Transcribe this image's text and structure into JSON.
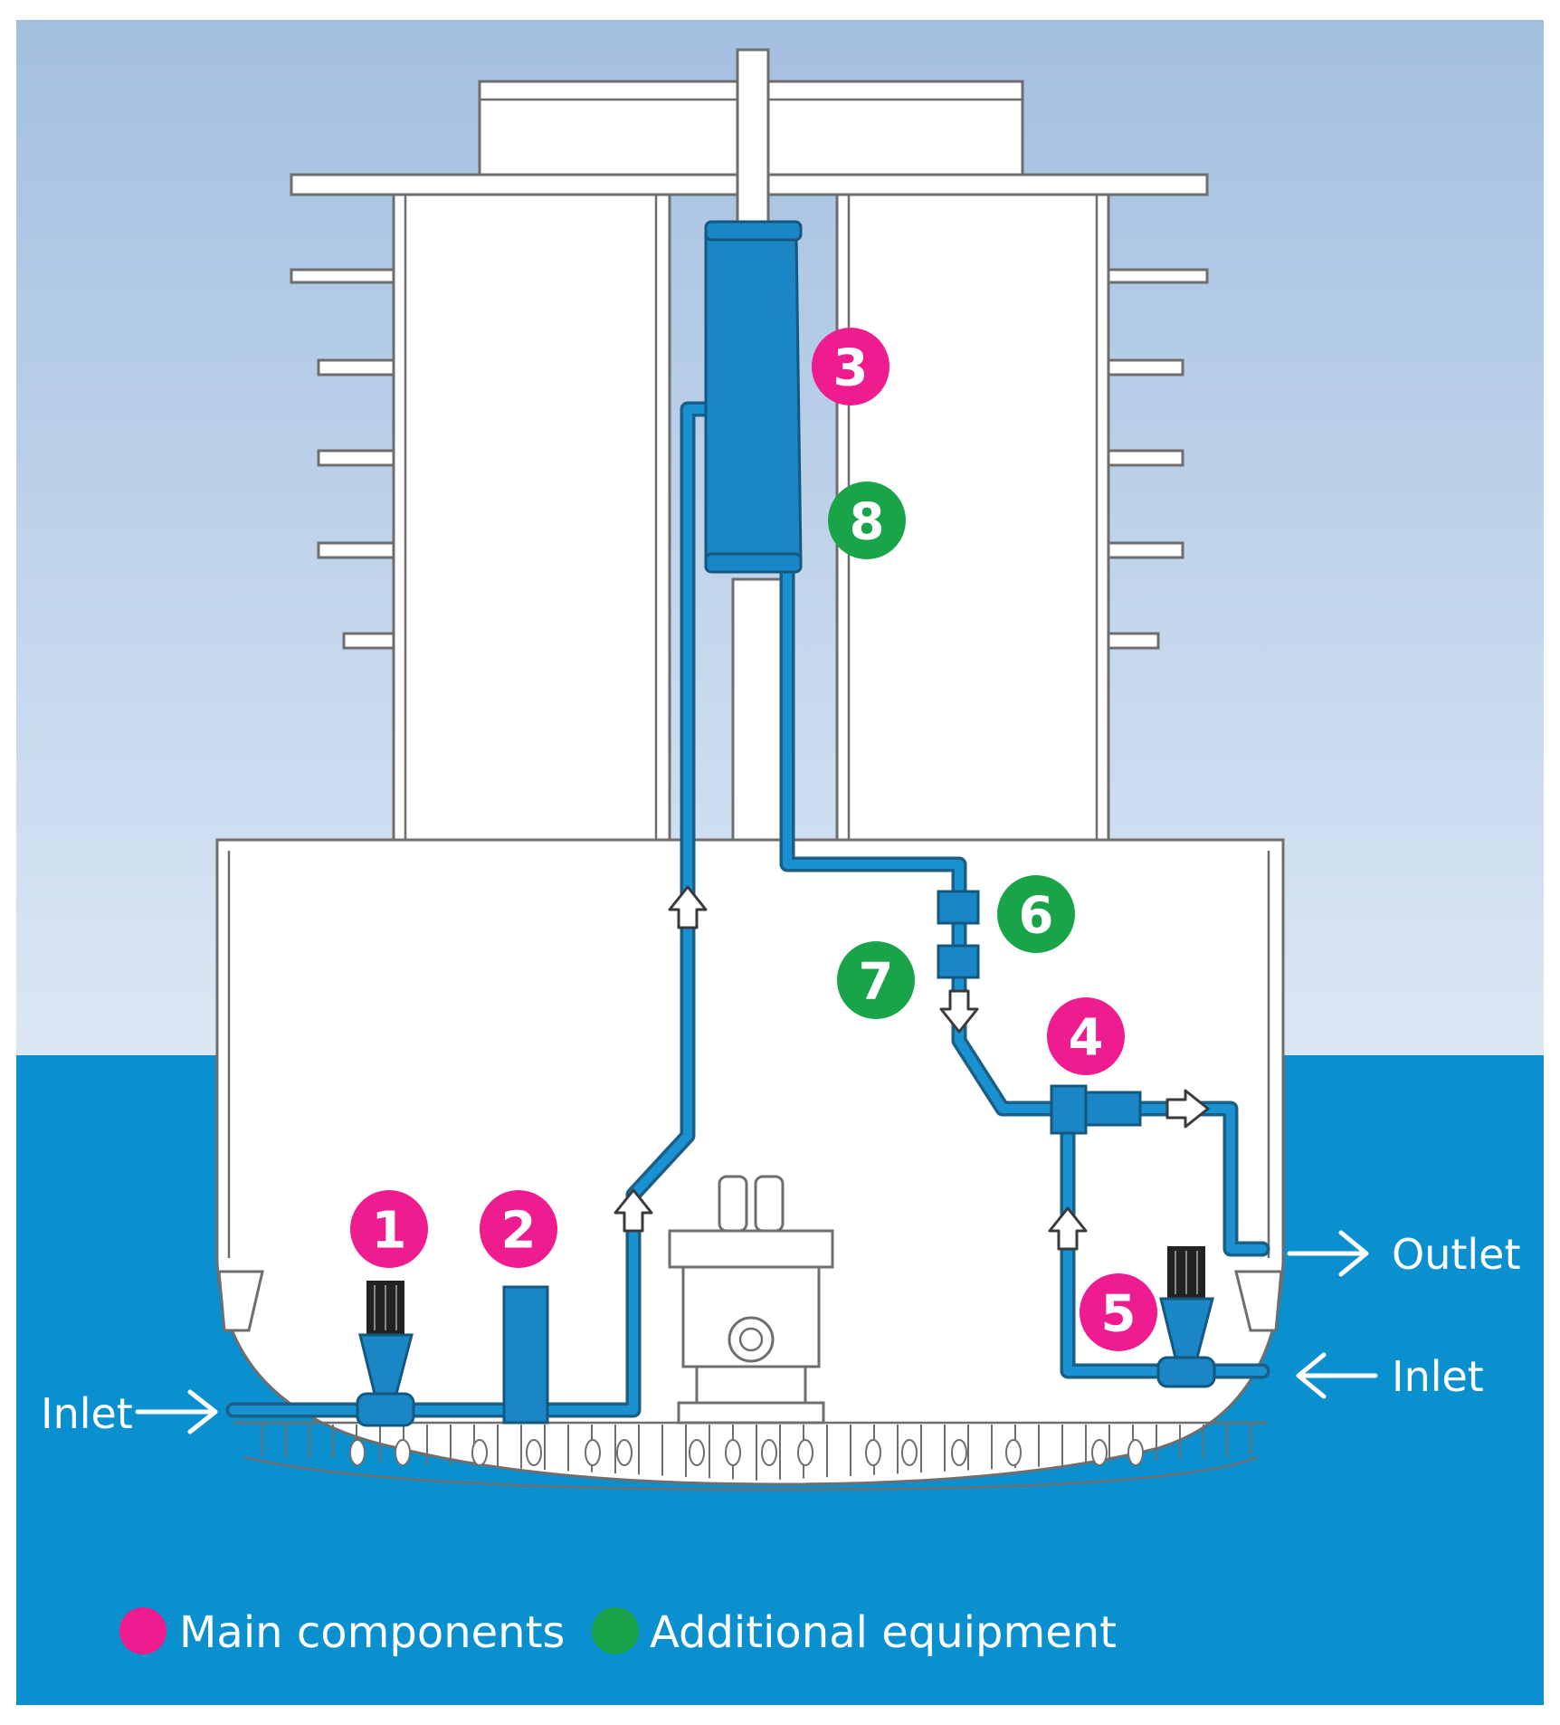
{
  "colors": {
    "sky_top": "#a3bfe0",
    "sky_bottom": "#d7e5f3",
    "water": "#0a8fcf",
    "main_badge": "#ee1c8f",
    "additional_badge": "#1aa44a",
    "pipe": "#1a91d0",
    "equipment": "#1a86c6"
  },
  "badges": [
    {
      "number": "1",
      "kind": "main"
    },
    {
      "number": "2",
      "kind": "main"
    },
    {
      "number": "3",
      "kind": "main"
    },
    {
      "number": "4",
      "kind": "main"
    },
    {
      "number": "5",
      "kind": "main"
    },
    {
      "number": "6",
      "kind": "additional"
    },
    {
      "number": "7",
      "kind": "additional"
    },
    {
      "number": "8",
      "kind": "additional"
    }
  ],
  "labels": {
    "inlet_left": "Inlet",
    "outlet": "Outlet",
    "inlet_right": "Inlet"
  },
  "legend": [
    {
      "label": "Main components",
      "color": "#ee1c8f"
    },
    {
      "label": "Additional equipment",
      "color": "#1aa44a"
    }
  ]
}
